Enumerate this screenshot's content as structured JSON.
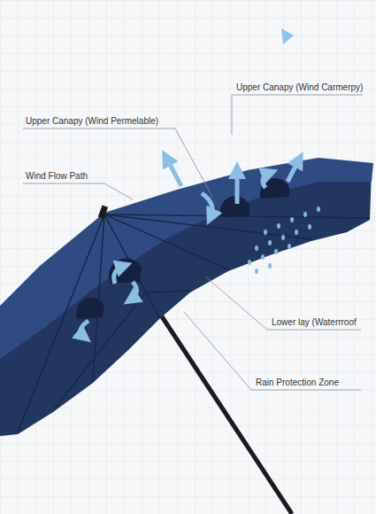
{
  "diagram": {
    "labels": [
      "Upper Canapy (Wind Permelable)",
      "Upper Canapy (Wind Carmerpy)",
      "Wind Flow Path",
      "Lower lay (Waterrroof",
      "Rain Protection Zone"
    ]
  }
}
